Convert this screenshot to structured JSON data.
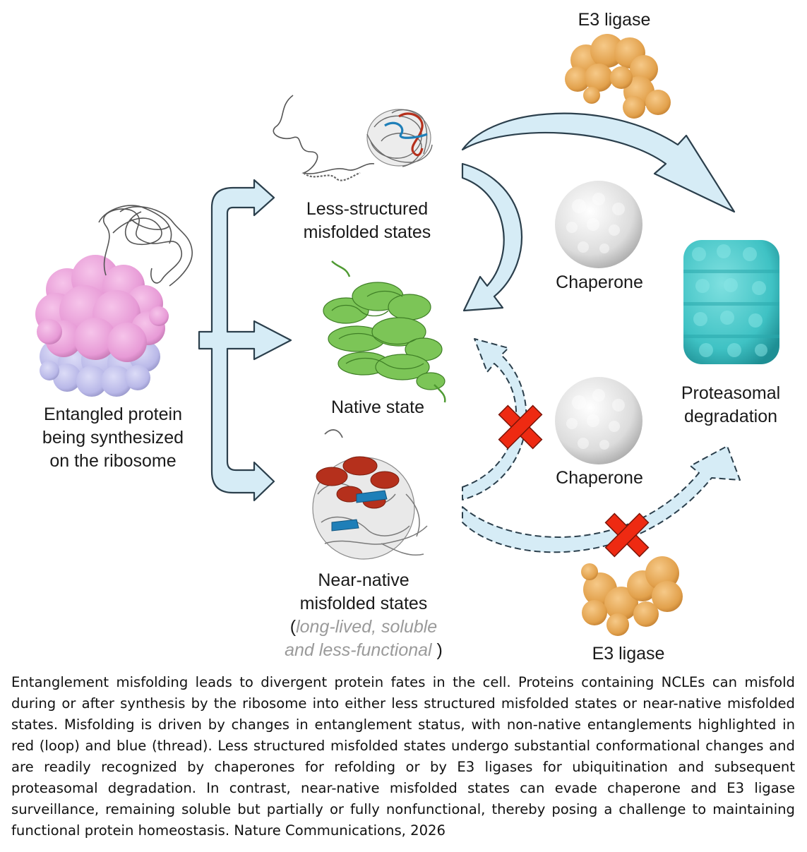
{
  "labels": {
    "e3_top": "E3 ligase",
    "less_structured_1": "Less-structured",
    "less_structured_2": "misfolded states",
    "chaperone_top": "Chaperone",
    "native": "Native state",
    "proteasomal_1": "Proteasomal",
    "proteasomal_2": "degradation",
    "entangled_1": "Entangled protein",
    "entangled_2": "being synthesized",
    "entangled_3": "on the ribosome",
    "chaperone_bottom": "Chaperone",
    "near_native_1": "Near-native",
    "near_native_2": "misfolded states",
    "near_native_paren_open": "(",
    "near_native_italic_1": "long-lived, soluble",
    "near_native_italic_2": "and less-functional",
    "near_native_paren_close": ")",
    "e3_bottom": "E3 ligase"
  },
  "caption": "Entanglement misfolding leads to divergent protein fates in the cell. Proteins containing NCLEs can misfold during or after synthesis by the ribosome into either less structured misfolded states or near-native misfolded states. Misfolding is driven by changes in entanglement status, with non-native entanglements highlighted in red (loop) and blue (thread). Less structured misfolded states undergo substantial conformational changes and are readily recognized by chaperones for refolding or by E3 ligases for ubiquitination and subsequent proteasomal degradation. In contrast, near-native misfolded states can evade chaperone and E3 ligase surveillance, remaining soluble but partially or fully nonfunctional, thereby posing a challenge to maintaining functional protein homeostasis. Nature Communications, 2026",
  "colors": {
    "arrow_fill": "#d6ecf6",
    "arrow_stroke": "#2b3f4c",
    "ribosome_large": "#e79ad6",
    "ribosome_small": "#b9b8e8",
    "native_protein": "#7cc557",
    "loop_red": "#b5301c",
    "thread_blue": "#1f7fb8",
    "e3_ligase": "#e2a14c",
    "chaperone": "#e6e6e6",
    "proteasome": "#3fc2c4",
    "cross_red": "#ee2a12"
  }
}
